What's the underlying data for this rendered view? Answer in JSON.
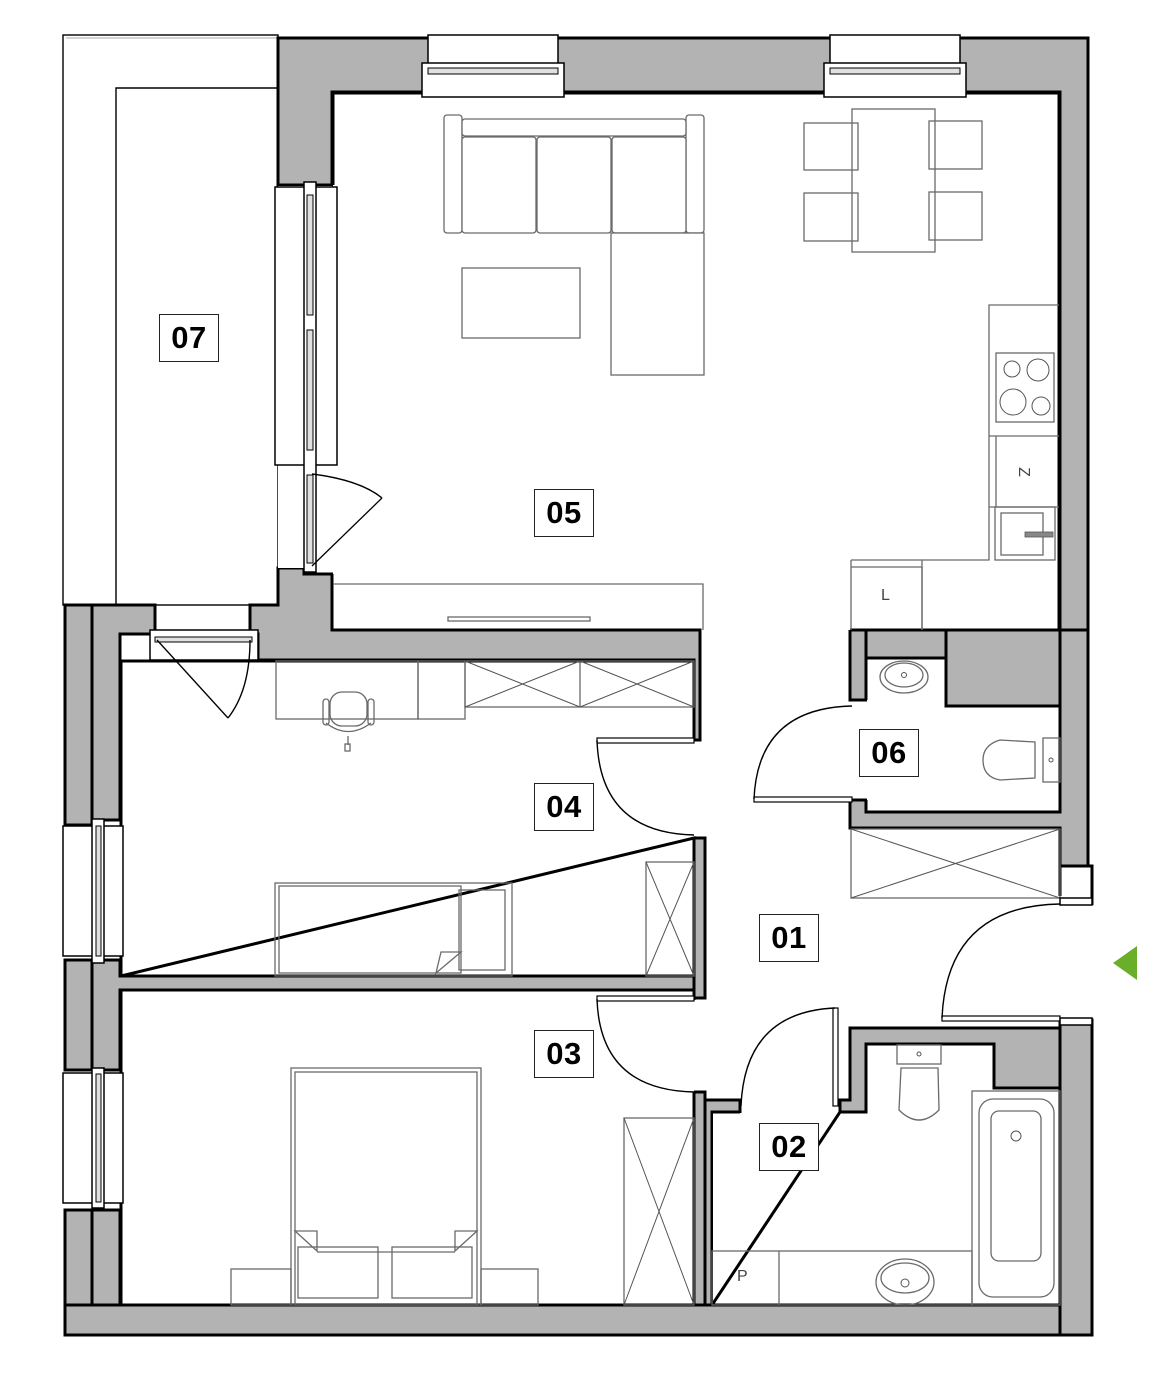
{
  "floor_plan": {
    "type": "apartment-floor-plan",
    "rooms": [
      {
        "id": "01",
        "label": "01",
        "name": "hallway"
      },
      {
        "id": "02",
        "label": "02",
        "name": "bathroom"
      },
      {
        "id": "03",
        "label": "03",
        "name": "bedroom"
      },
      {
        "id": "04",
        "label": "04",
        "name": "bedroom-small"
      },
      {
        "id": "05",
        "label": "05",
        "name": "living-room-kitchen"
      },
      {
        "id": "06",
        "label": "06",
        "name": "wc"
      },
      {
        "id": "07",
        "label": "07",
        "name": "balcony"
      }
    ],
    "fixture_letters": {
      "kitchen_fridge": "L",
      "kitchen_dishwasher": "Z",
      "bathroom_washer": "P"
    },
    "entrance": {
      "color": "#6aae2a",
      "direction": "left"
    },
    "colors": {
      "wall_fill": "#b3b3b3",
      "wall_stroke": "#000000",
      "furniture_stroke": "#6a6a6a",
      "background": "#ffffff"
    }
  }
}
